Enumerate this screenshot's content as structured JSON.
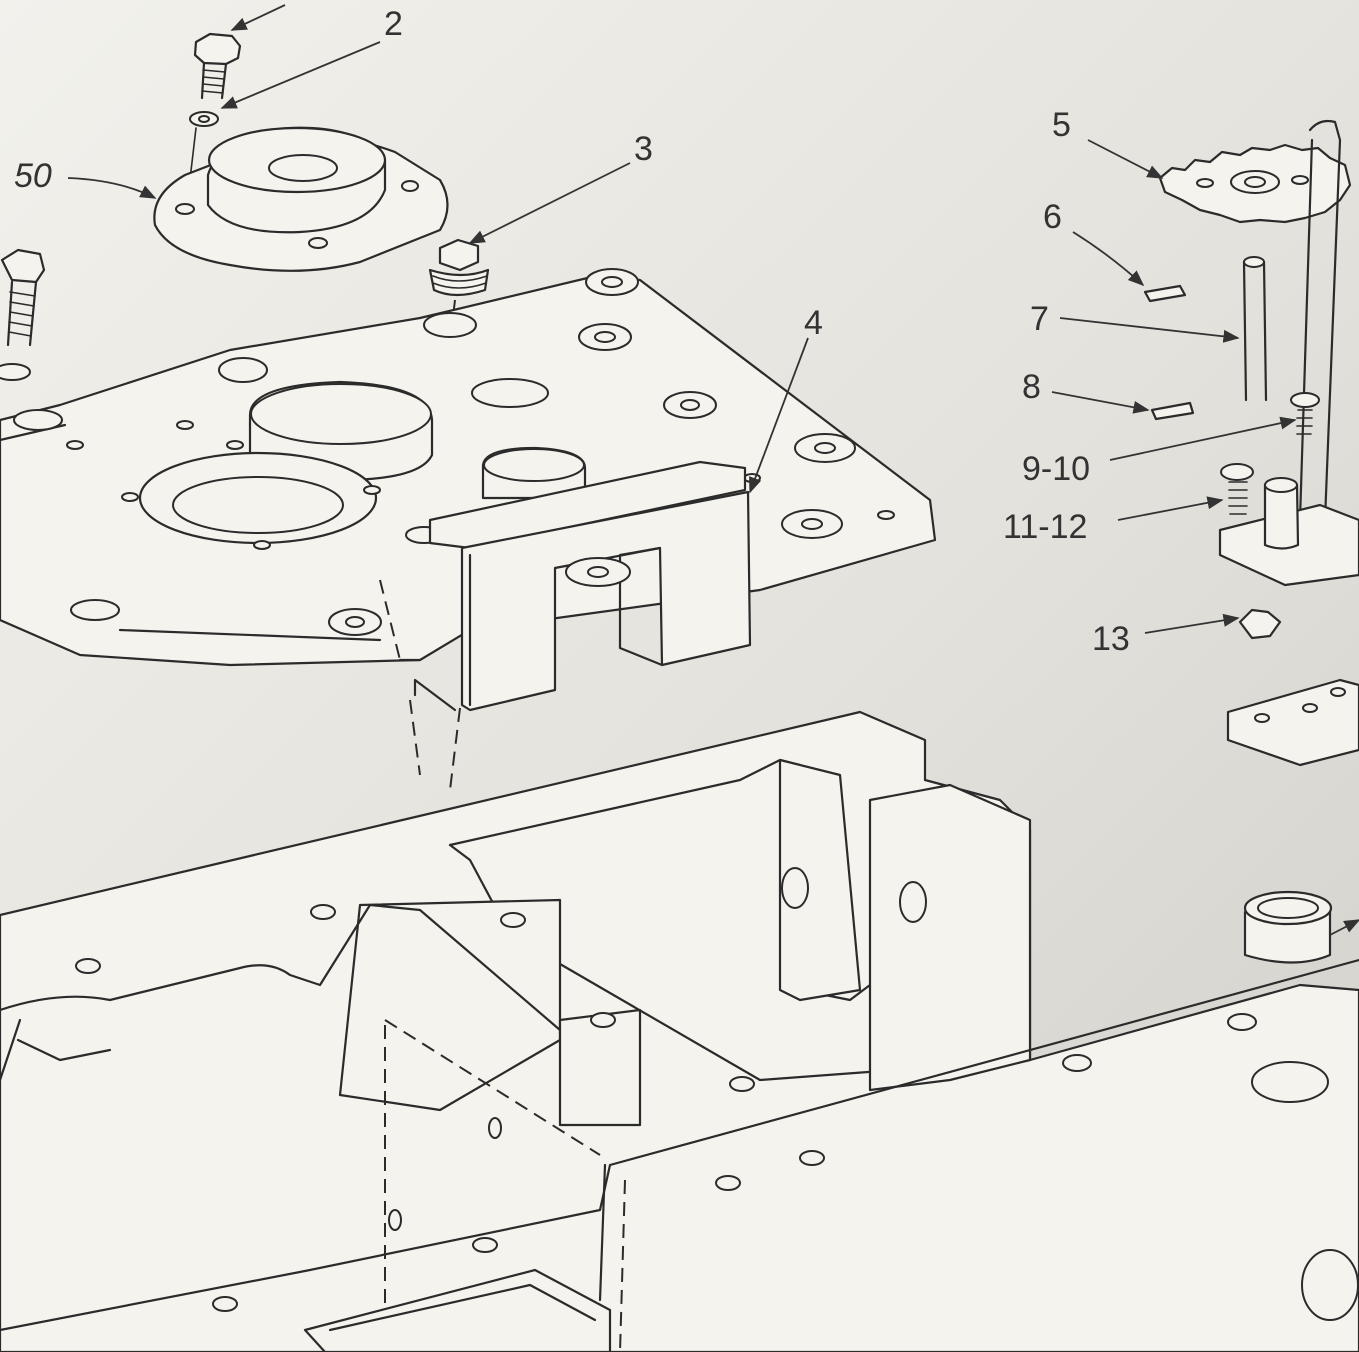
{
  "callouts": [
    {
      "id": "c2",
      "text": "2"
    },
    {
      "id": "c50",
      "text": "50"
    },
    {
      "id": "c3",
      "text": "3"
    },
    {
      "id": "c4",
      "text": "4"
    },
    {
      "id": "c5",
      "text": "5"
    },
    {
      "id": "c6",
      "text": "6"
    },
    {
      "id": "c7",
      "text": "7"
    },
    {
      "id": "c8",
      "text": "8"
    },
    {
      "id": "c9-10",
      "text": "9-10"
    },
    {
      "id": "c11-12",
      "text": "11-12"
    },
    {
      "id": "c13",
      "text": "13"
    }
  ],
  "colors": {
    "paper": "#eceae4",
    "ink": "#2b2b2b",
    "shadow": "#c9c7c0"
  }
}
